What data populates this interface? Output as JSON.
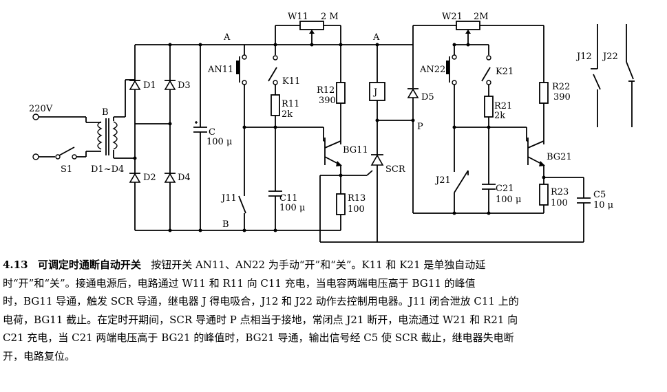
{
  "labels": {
    "v220": "220V",
    "b": "B",
    "s1": "S1",
    "d1d4": "D1~D4",
    "d1": "D1",
    "d2": "D2",
    "d3": "D3",
    "d4": "D4",
    "c": "C",
    "c_val": "100 μ",
    "a_left": "A",
    "b_bottom": "B",
    "a_mid": "A",
    "w11": "W11",
    "w11_val": "2 M",
    "an11": "AN11",
    "k11": "K11",
    "r11": "R11",
    "r11_val": "2k",
    "j11": "J11",
    "c11": "C11",
    "c11_val": "100 μ",
    "r12": "R12",
    "r12_val": "390",
    "bg11": "BG11",
    "r13": "R13",
    "r13_val": "100",
    "j": "J",
    "scr": "SCR",
    "d5": "D5",
    "p": "P",
    "w21": "W21",
    "w21_val": "2M",
    "an22": "AN22",
    "k21": "K21",
    "r21": "R21",
    "r21_val": "2k",
    "j21": "J21",
    "c21": "C21",
    "c21_val": "100 μ",
    "r22": "R22",
    "r22_val": "390",
    "bg21": "BG21",
    "r23": "R23",
    "r23_val": "100",
    "c5": "C5",
    "c5_val": "10 μ",
    "j12": "J12",
    "j22": "J22"
  },
  "caption": {
    "number": "4.13",
    "title": "可调定时通断自动开关",
    "line1": "按钮开关 AN11、AN22 为手动“开”和“关”。K11 和 K21 是单独自动延",
    "line2": "时“开”和“关”。接通电源后，电路通过 W11 和 R11 向 C11 充电，当电容两端电压高于 BG11 的峰值",
    "line3": "时，BG11 导通，触发 SCR 导通，继电器 J 得电吸合，J12 和 J22 动作去控制用电器。J11 闭合泄放 C11 上的",
    "line4": "电荷，BG11 截止。在定时开期间，SCR 导通时 P 点相当于接地，常闭点 J21 断开，电流通过 W21 和 R21 向",
    "line5": "C21 充电，当 C21 两端电压高于 BG21 的峰值时，BG21 导通，输出信号经 C5 使 SCR 截止，继电器失电断",
    "line6": "开，电路复位。"
  }
}
